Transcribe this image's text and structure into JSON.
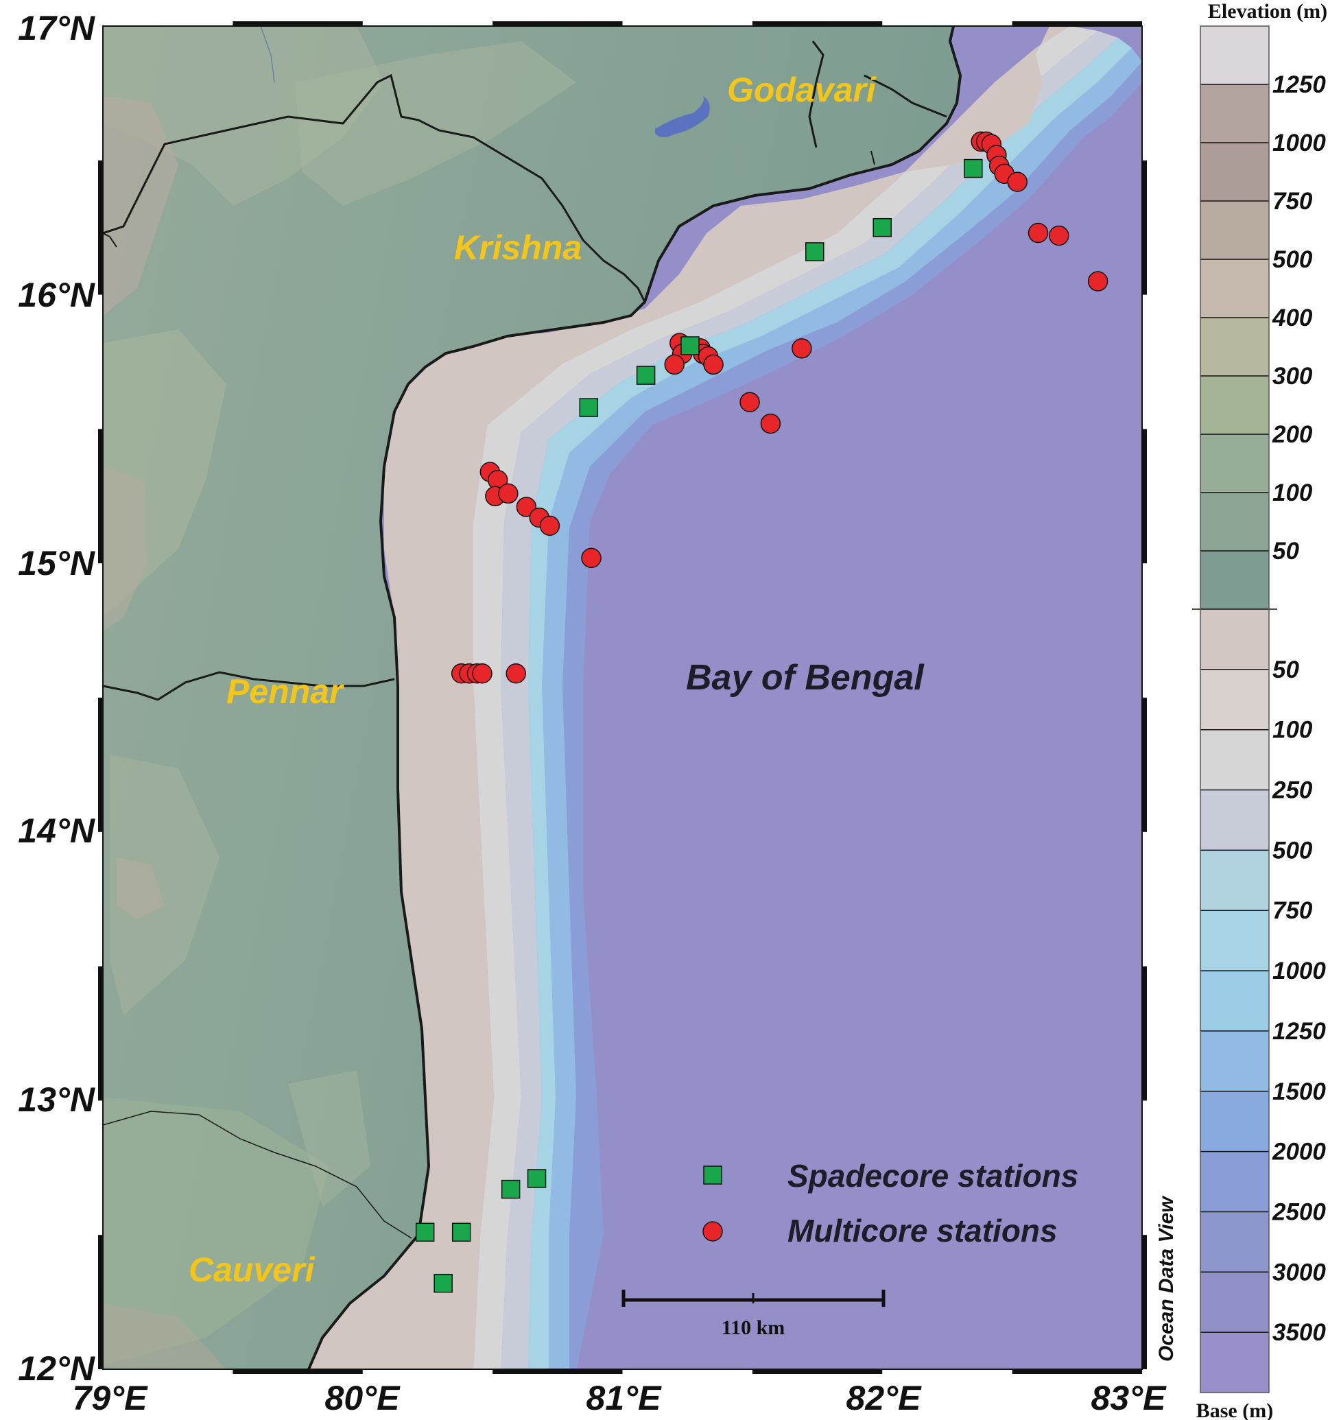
{
  "map": {
    "lon_range": [
      79,
      83
    ],
    "lat_range": [
      12,
      17
    ],
    "x_ticks": [
      "79°E",
      "80°E",
      "81°E",
      "82°E",
      "83°E"
    ],
    "y_ticks": [
      "17°N",
      "16°N",
      "15°N",
      "14°N",
      "13°N",
      "12°N"
    ],
    "labels": {
      "godavari": "Godavari",
      "krishna": "Krishna",
      "pennar": "Pennar",
      "cauveri": "Cauveri",
      "sea": "Bay of Bengal"
    },
    "scale_bar": "110 km",
    "credit": "Ocean Data View",
    "colors": {
      "spadecore": "#1aa64b",
      "multicore": "#e8262a",
      "land_low": "#7f9e91",
      "land_mid": "#9aaf96",
      "shelf": "#d1c5c0",
      "deep": "#9591c9",
      "river_label": "#f5c518"
    }
  },
  "legend": {
    "spadecore": "Spadecore stations",
    "multicore": "Multicore stations"
  },
  "colorbar": {
    "top_title": "Elevation (m)",
    "bottom_title": "Base (m)",
    "elevation_labels": [
      "1250",
      "1000",
      "750",
      "500",
      "400",
      "300",
      "200",
      "100",
      "50"
    ],
    "depth_labels": [
      "50",
      "100",
      "250",
      "500",
      "750",
      "1000",
      "1250",
      "1500",
      "2000",
      "2500",
      "3000",
      "3500"
    ],
    "elevation_colors": [
      "#d9d5d8",
      "#b3a49f",
      "#ad9d98",
      "#b8ab9f",
      "#c5baad",
      "#b8b8a0",
      "#a4b495",
      "#97ad97",
      "#8ca595",
      "#7e9c91"
    ],
    "depth_colors": [
      "#d3c7c3",
      "#d7d0cc",
      "#d7d6d6",
      "#c8cbd8",
      "#b1d3df",
      "#a6d4e4",
      "#9ccce6",
      "#91bbe2",
      "#87a9de",
      "#8b9dd6",
      "#8d97cd",
      "#9290c9",
      "#998fc9"
    ]
  },
  "stations": {
    "spadecore": [
      {
        "lon": 82.35,
        "lat": 16.47
      },
      {
        "lon": 82.0,
        "lat": 16.25
      },
      {
        "lon": 81.74,
        "lat": 16.16
      },
      {
        "lon": 81.26,
        "lat": 15.81
      },
      {
        "lon": 81.09,
        "lat": 15.7
      },
      {
        "lon": 80.87,
        "lat": 15.58
      },
      {
        "lon": 80.67,
        "lat": 12.71
      },
      {
        "lon": 80.57,
        "lat": 12.67
      },
      {
        "lon": 80.24,
        "lat": 12.51
      },
      {
        "lon": 80.38,
        "lat": 12.51
      },
      {
        "lon": 80.31,
        "lat": 12.32
      }
    ],
    "multicore": [
      {
        "lon": 82.38,
        "lat": 16.57
      },
      {
        "lon": 82.4,
        "lat": 16.57
      },
      {
        "lon": 82.42,
        "lat": 16.56
      },
      {
        "lon": 82.44,
        "lat": 16.52
      },
      {
        "lon": 82.45,
        "lat": 16.48
      },
      {
        "lon": 82.47,
        "lat": 16.45
      },
      {
        "lon": 82.52,
        "lat": 16.42
      },
      {
        "lon": 82.6,
        "lat": 16.23
      },
      {
        "lon": 82.68,
        "lat": 16.22
      },
      {
        "lon": 82.83,
        "lat": 16.05
      },
      {
        "lon": 81.69,
        "lat": 15.8
      },
      {
        "lon": 81.22,
        "lat": 15.82
      },
      {
        "lon": 81.23,
        "lat": 15.78
      },
      {
        "lon": 81.2,
        "lat": 15.74
      },
      {
        "lon": 81.3,
        "lat": 15.8
      },
      {
        "lon": 81.31,
        "lat": 15.78
      },
      {
        "lon": 81.33,
        "lat": 15.77
      },
      {
        "lon": 81.35,
        "lat": 15.74
      },
      {
        "lon": 81.49,
        "lat": 15.6
      },
      {
        "lon": 81.57,
        "lat": 15.52
      },
      {
        "lon": 80.49,
        "lat": 15.34
      },
      {
        "lon": 80.52,
        "lat": 15.31
      },
      {
        "lon": 80.51,
        "lat": 15.25
      },
      {
        "lon": 80.56,
        "lat": 15.26
      },
      {
        "lon": 80.63,
        "lat": 15.21
      },
      {
        "lon": 80.68,
        "lat": 15.17
      },
      {
        "lon": 80.72,
        "lat": 15.14
      },
      {
        "lon": 80.88,
        "lat": 15.02
      },
      {
        "lon": 80.38,
        "lat": 14.59
      },
      {
        "lon": 80.41,
        "lat": 14.59
      },
      {
        "lon": 80.44,
        "lat": 14.59
      },
      {
        "lon": 80.46,
        "lat": 14.59
      },
      {
        "lon": 80.59,
        "lat": 14.59
      }
    ]
  }
}
